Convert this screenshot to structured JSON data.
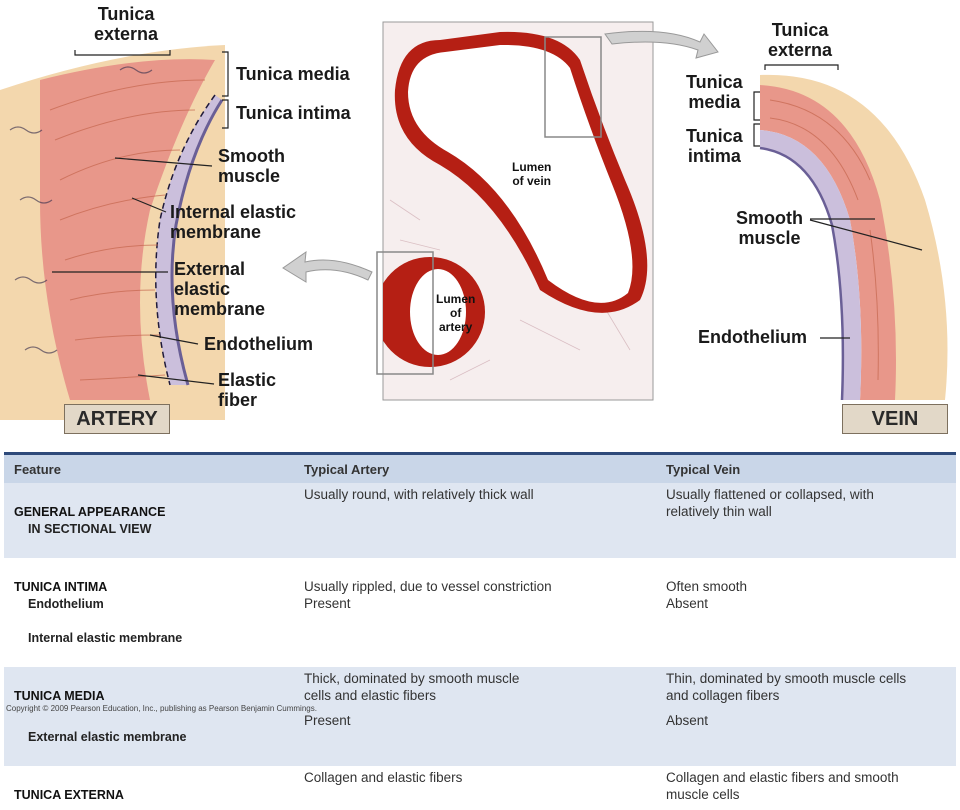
{
  "artery_labels": {
    "tunica_externa": "Tunica\nexterna",
    "tunica_media": "Tunica media",
    "tunica_intima": "Tunica intima",
    "smooth_muscle": "Smooth\nmuscle",
    "internal_elastic": "Internal elastic\nmembrane",
    "external_elastic": "External\nelastic\nmembrane",
    "endothelium": "Endothelium",
    "elastic_fiber": "Elastic\nfiber",
    "tag": "ARTERY"
  },
  "micrograph_labels": {
    "lumen_vein": "Lumen\nof vein",
    "lumen_artery": "Lumen\nof\nartery"
  },
  "vein_labels": {
    "tunica_externa": "Tunica\nexterna",
    "tunica_media": "Tunica\nmedia",
    "tunica_intima": "Tunica\nintima",
    "smooth_muscle": "Smooth\nmuscle",
    "endothelium": "Endothelium",
    "tag": "VEIN"
  },
  "table": {
    "headers": [
      "Feature",
      "Typical Artery",
      "Typical Vein"
    ],
    "rows": [
      {
        "feature": "GENERAL APPEARANCE",
        "sub": [
          "IN SECTIONAL VIEW"
        ],
        "artery": "Usually round, with relatively thick wall",
        "vein": "Usually flattened or collapsed, with\nrelatively thin wall"
      },
      {
        "feature": "TUNICA INTIMA",
        "sub": [
          "Endothelium",
          "Internal elastic membrane"
        ],
        "artery": "\nUsually rippled, due to vessel constriction\nPresent",
        "vein": "\nOften smooth\nAbsent"
      },
      {
        "feature": "TUNICA MEDIA",
        "sub": [],
        "artery": "Thick, dominated by smooth muscle\ncells and elastic fibers",
        "vein": "Thin, dominated by smooth muscle cells\nand collagen fibers"
      },
      {
        "feature": "",
        "sub": [
          "External elastic membrane"
        ],
        "artery": "Present",
        "vein": "Absent"
      },
      {
        "feature": "TUNICA EXTERNA",
        "sub": [],
        "artery": "Collagen and elastic fibers",
        "vein": "Collagen and elastic fibers and smooth\nmuscle cells"
      }
    ]
  },
  "copyright": "Copyright © 2009 Pearson Education, Inc., publishing as Pearson Benjamin Cummings.",
  "colors": {
    "externa": "#f1d3a6",
    "media": "#e9958a",
    "intima": "#c9bedc",
    "tissue_red": "#c02a1c",
    "table_header": "#c9d6e8",
    "table_alt": "#dfe6f1",
    "table_rule": "#2e4a7a"
  }
}
